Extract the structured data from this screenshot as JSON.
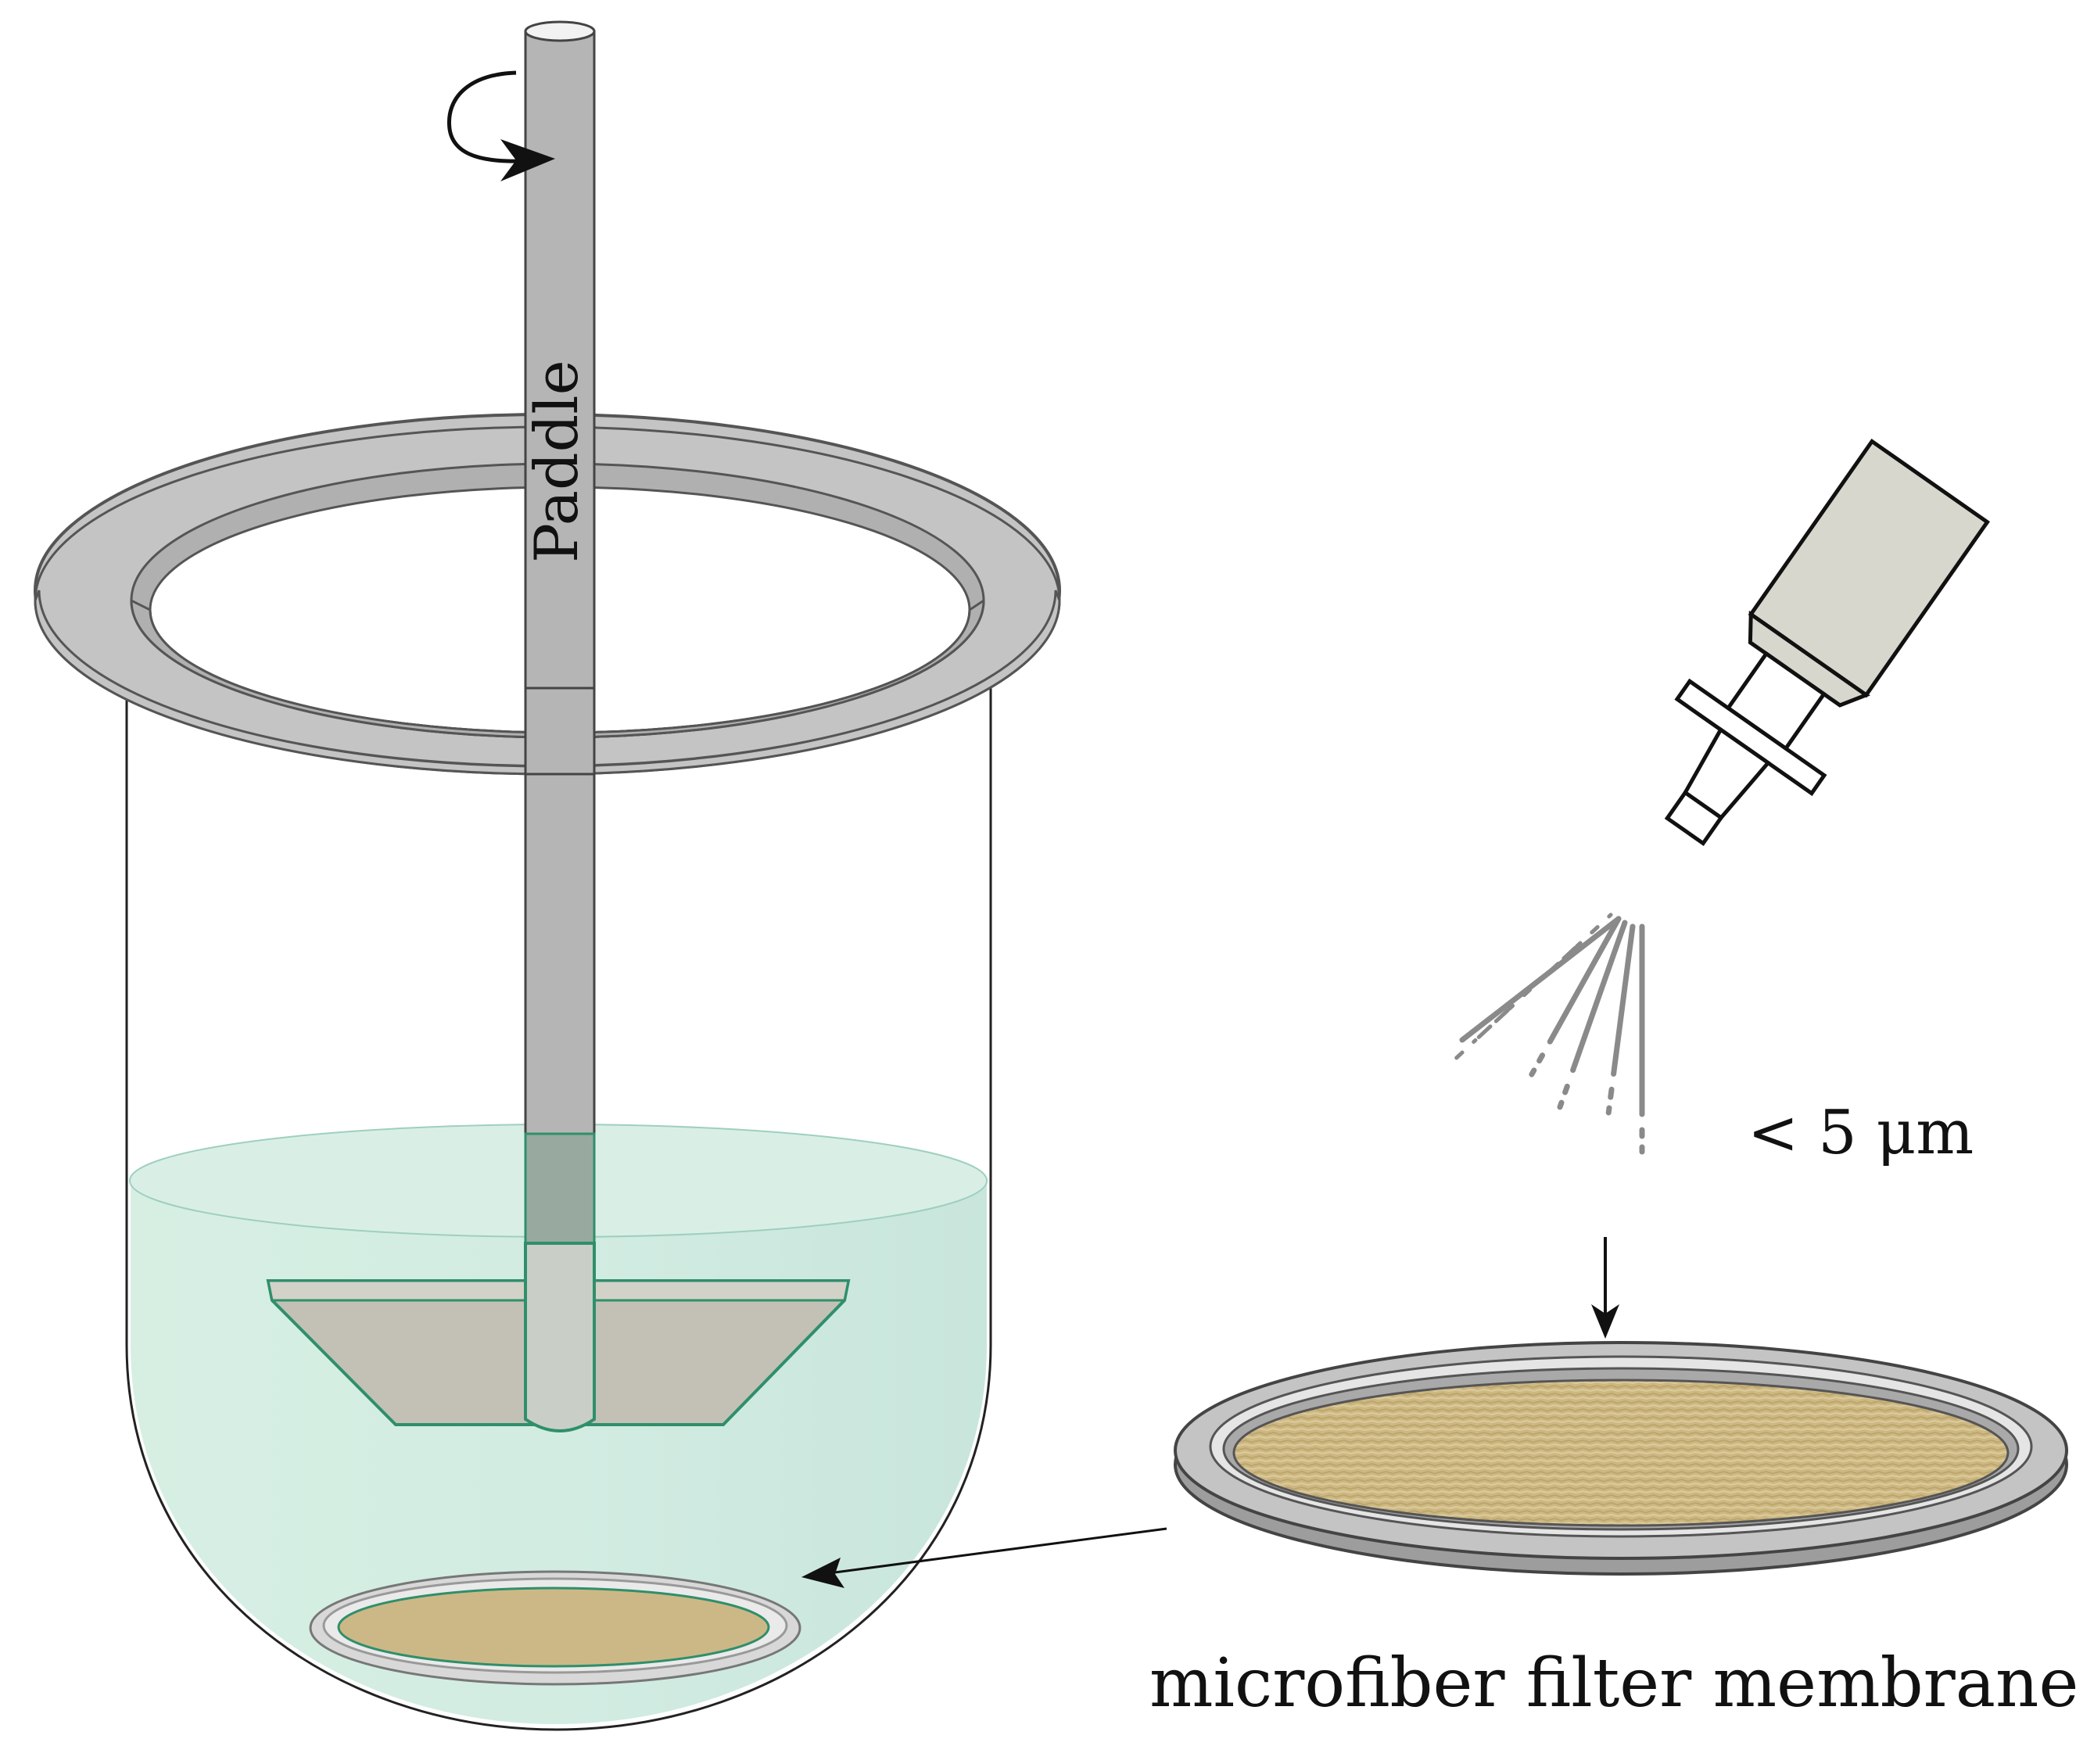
{
  "labels": {
    "paddle": "Paddle",
    "particle_size": "< 5 μm",
    "membrane": "microfiber filter membrane"
  },
  "colors": {
    "liquid": "#cfe9df",
    "liquid_edge": "#2f8f6b",
    "steel": "#b8b8b8",
    "steel_dark": "#6f6f6f",
    "blade": "#c3c1b6",
    "membrane": "#cdb882",
    "nozzle_body": "#d8d7cd",
    "stroke": "#222222"
  },
  "icons": {
    "rotation": "curved-arrow-icon",
    "flow_down": "down-arrow-icon",
    "transfer": "left-arrow-icon"
  }
}
